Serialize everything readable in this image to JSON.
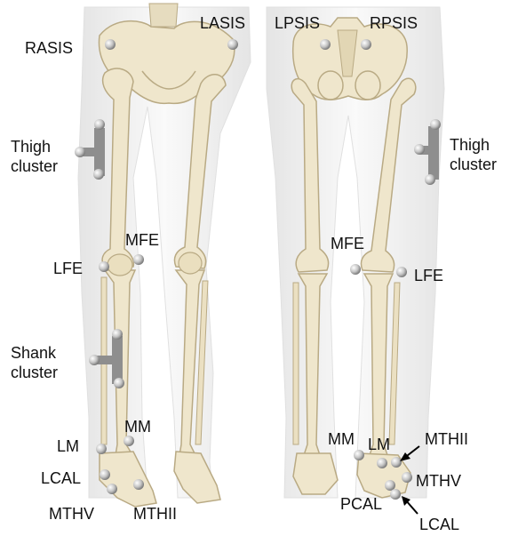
{
  "figure": {
    "anterior_view": {
      "markers": [
        "RASIS",
        "LASIS",
        "MFE",
        "LFE",
        "MM",
        "LM",
        "LCAL",
        "MTHV",
        "MTHII"
      ],
      "clusters": [
        "Thigh\ncluster",
        "Shank\ncluster"
      ]
    },
    "posterior_view": {
      "markers": [
        "LPSIS",
        "RPSIS",
        "MFE",
        "LFE",
        "MM",
        "LM",
        "MTHII",
        "MTHV",
        "PCAL",
        "LCAL"
      ],
      "clusters": [
        "Thigh\ncluster"
      ]
    }
  },
  "colors": {
    "bone": "#efe6cc",
    "bone_edge": "#b9aa84",
    "skin": "#dcdcdc",
    "marker": "#b5b5b5",
    "cluster_plate": "#8e8e8e",
    "text": "#111111"
  }
}
